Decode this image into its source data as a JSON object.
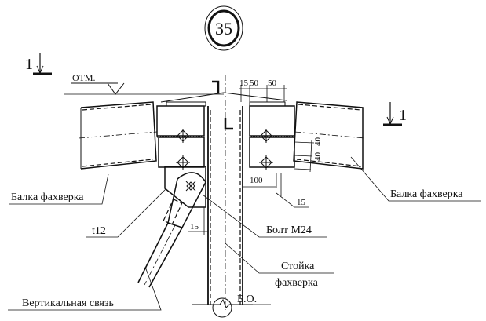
{
  "detail_mark": "35",
  "section": {
    "left": "1",
    "right": "1"
  },
  "elevation_label": "ОТМ.",
  "dimensions": {
    "top": [
      "15",
      "50",
      "50"
    ],
    "vertical": [
      "40",
      "40"
    ],
    "horizontal_100": "100",
    "weld_right": "15",
    "weld_left": "15"
  },
  "labels": {
    "beam_left": "Балка фахверка",
    "beam_right": "Балка фахверка",
    "plate": "t12",
    "bolt": "Болт М24",
    "column_line1": "Стойка",
    "column_line2": "фахверка",
    "brace": "Вертикальная связь",
    "axis": "Б.О."
  }
}
